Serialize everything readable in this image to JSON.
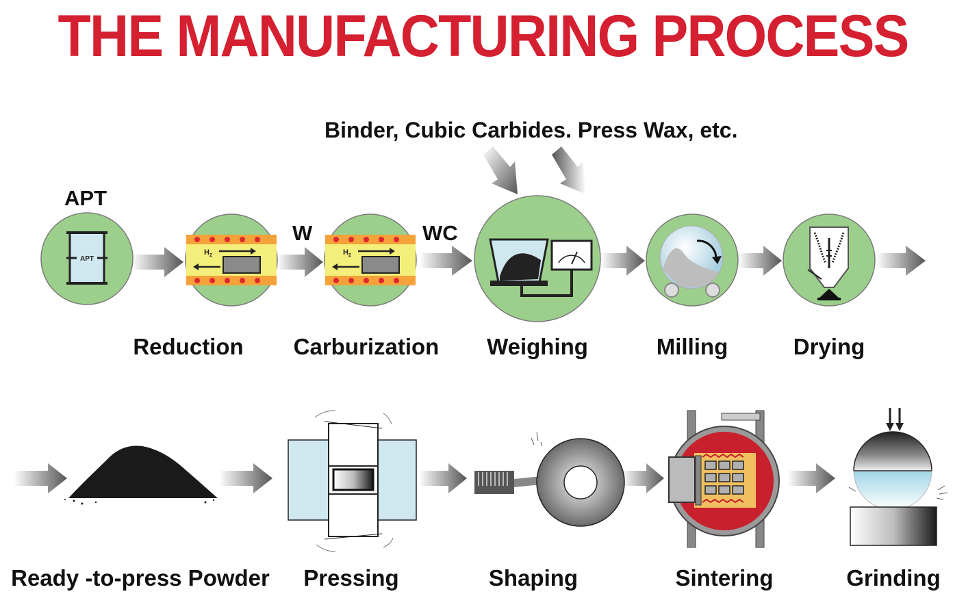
{
  "title": "THE MANUFACTURING PROCESS",
  "inputs_label": "Binder, Cubic Carbides. Press Wax, etc.",
  "row1": {
    "apt_label": "APT",
    "apt_drum_text": "APT",
    "w_label": "W",
    "wc_label": "WC",
    "h2_label": "H",
    "h2_sub": "2",
    "steps": [
      "Reduction",
      "Carburization",
      "Weighing",
      "Milling",
      "Drying"
    ]
  },
  "row2": {
    "steps": [
      "Ready -to-press Powder",
      "Pressing",
      "Shaping",
      "Sintering",
      "Grinding"
    ]
  },
  "colors": {
    "title": "#d42030",
    "circle_fill": "#9ccf8c",
    "furnace_yellow": "#f4ee7a",
    "furnace_orange": "#f5a23a",
    "light_blue": "#cfe8f0",
    "sinter_red": "#c8202c"
  }
}
